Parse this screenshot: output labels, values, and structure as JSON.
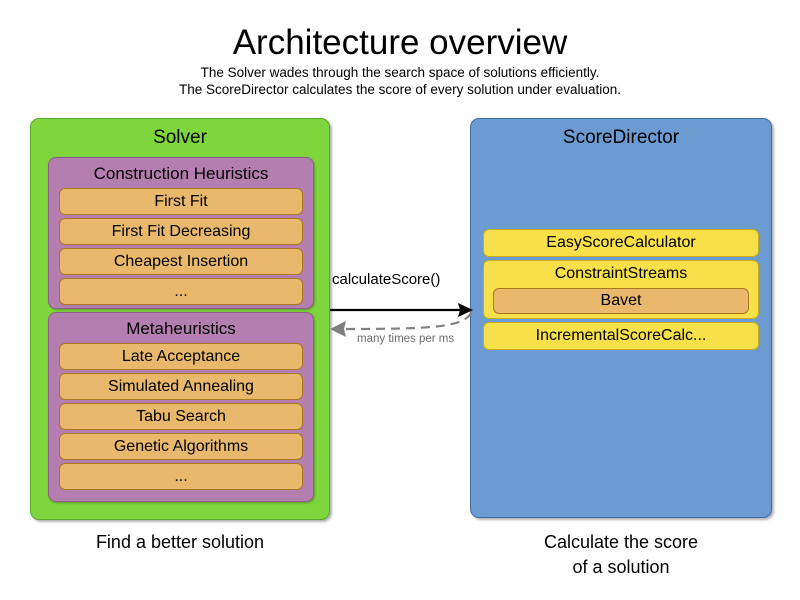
{
  "header": {
    "title": "Architecture overview",
    "subtitle_lines": [
      "The Solver wades through the search space of solutions efficiently.",
      "The ScoreDirector calculates the score of every solution under evaluation."
    ]
  },
  "solver": {
    "title": "Solver",
    "caption": "Find a better solution",
    "groups": [
      {
        "title": "Construction Heuristics",
        "items": [
          "First Fit",
          "First Fit Decreasing",
          "Cheapest Insertion",
          "..."
        ]
      },
      {
        "title": "Metaheuristics",
        "items": [
          "Late Acceptance",
          "Simulated Annealing",
          "Tabu Search",
          "Genetic Algorithms",
          "..."
        ]
      }
    ]
  },
  "score_director": {
    "title": "ScoreDirector",
    "caption_lines": [
      "Calculate the score",
      "of a solution"
    ],
    "items": [
      {
        "label": "EasyScoreCalculator",
        "child": null
      },
      {
        "label": "ConstraintStreams",
        "child": "Bavet"
      },
      {
        "label": "IncrementalScoreCalc...",
        "child": null
      }
    ]
  },
  "connectors": {
    "request_label": "calculateScore()",
    "response_label": "many times per ms"
  },
  "colors": {
    "solver_green": "#7ED63C",
    "group_purple": "#B57EB0",
    "item_orange": "#E8B86D",
    "score_director_blue": "#6C9BD2",
    "item_yellow": "#F7E04A",
    "arrow_solid": "#000000",
    "arrow_dashed": "#808080",
    "background": "#FFFFFF"
  }
}
